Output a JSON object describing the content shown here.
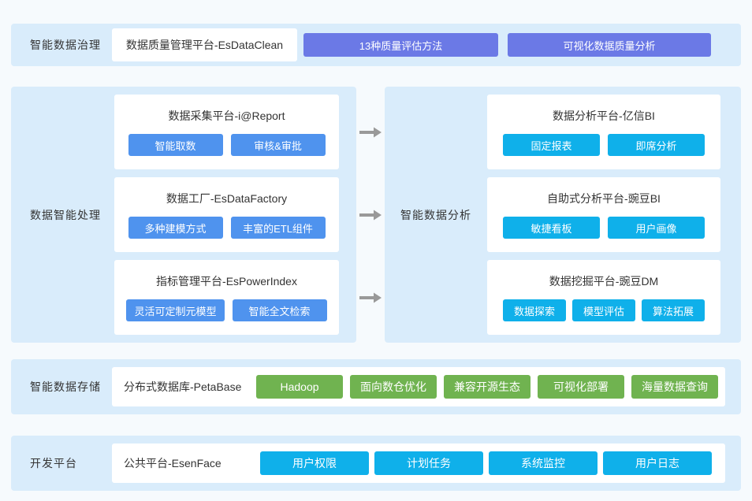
{
  "colors": {
    "page_bg": "#f6fafd",
    "panel_bg": "#d9ecfb",
    "card_bg": "#ffffff",
    "purple": "#6b79e6",
    "blue": "#4f93ee",
    "cyan": "#0fb0ea",
    "green": "#70b350",
    "text_dark": "#333333",
    "arrow_gray": "#999999"
  },
  "governance": {
    "label": "智能数据治理",
    "platform": "数据质量管理平台-EsDataClean",
    "features": [
      "13种质量评估方法",
      "可视化数据质量分析"
    ]
  },
  "processing": {
    "label": "数据智能处理",
    "cards": [
      {
        "title": "数据采集平台-i@Report",
        "features": [
          "智能取数",
          "审核&审批"
        ]
      },
      {
        "title": "数据工厂-EsDataFactory",
        "features": [
          "多种建模方式",
          "丰富的ETL组件"
        ]
      },
      {
        "title": "指标管理平台-EsPowerIndex",
        "features": [
          "灵活可定制元模型",
          "智能全文检索"
        ]
      }
    ]
  },
  "analysis": {
    "label": "智能数据分析",
    "cards": [
      {
        "title": "数据分析平台-亿信BI",
        "features": [
          "固定报表",
          "即席分析"
        ]
      },
      {
        "title": "自助式分析平台-豌豆BI",
        "features": [
          "敏捷看板",
          "用户画像"
        ]
      },
      {
        "title": "数据挖掘平台-豌豆DM",
        "features": [
          "数据探索",
          "模型评估",
          "算法拓展"
        ]
      }
    ]
  },
  "storage": {
    "label": "智能数据存储",
    "platform": "分布式数据库-PetaBase",
    "features": [
      "Hadoop",
      "面向数仓优化",
      "兼容开源生态",
      "可视化部署",
      "海量数据查询"
    ]
  },
  "development": {
    "label": "开发平台",
    "platform": "公共平台-EsenFace",
    "features": [
      "用户权限",
      "计划任务",
      "系统监控",
      "用户日志"
    ]
  }
}
